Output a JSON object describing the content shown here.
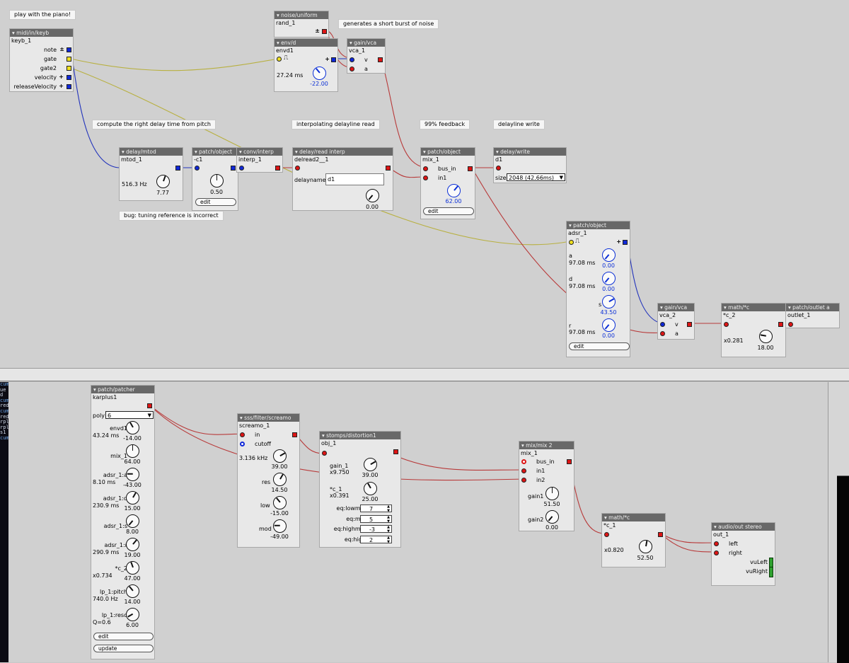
{
  "top": {
    "comments": {
      "play": "play with the piano!",
      "noise": "generates a short burst of noise",
      "delay_time": "compute the right delay time from pitch",
      "interp": "interpolating delayline read",
      "feedback": "99% feedback",
      "write": "delayline write",
      "bug": "bug: tuning reference is incorrect"
    },
    "keyb": {
      "type": "midi/in/keyb",
      "name": "keyb_1",
      "outputs": [
        "note",
        "gate",
        "gate2",
        "velocity",
        "releaseVelocity"
      ],
      "pm": "±",
      "plus": "+"
    },
    "rand": {
      "type": "noise/uniform",
      "name": "rand_1",
      "pm": "±"
    },
    "envd": {
      "type": "env/d",
      "name": "envd1",
      "value": "27.24 ms",
      "knob": "-22.00",
      "plus": "+"
    },
    "vca1": {
      "type": "gain/vca",
      "name": "vca_1",
      "in_v": "v",
      "in_a": "a"
    },
    "mtod": {
      "type": "delay/mtod",
      "name": "mtod_1",
      "value": "516.3 Hz",
      "knob": "7.77"
    },
    "c1": {
      "type": "patch/object",
      "name": "-c1",
      "knob": "0.50",
      "edit": "edit"
    },
    "interp": {
      "type": "conv/interp",
      "name": "interp_1"
    },
    "delread": {
      "type": "delay/read interp",
      "name": "delread2__1",
      "label": "delayname",
      "delayname": "d1",
      "knob": "0.00"
    },
    "mix1": {
      "type": "patch/object",
      "name": "mix_1",
      "in1": "bus_in",
      "in2": "in1",
      "knob": "62.00",
      "edit": "edit"
    },
    "dwrite": {
      "type": "delay/write",
      "name": "d1",
      "label": "size",
      "size": "2048 (42.66ms)"
    },
    "adsr": {
      "type": "patch/object",
      "name": "adsr_1",
      "plus": "+",
      "params": [
        {
          "label": "a",
          "value": "97.08 ms",
          "knob": "0.00"
        },
        {
          "label": "d",
          "value": "97.08 ms",
          "knob": "0.00"
        },
        {
          "label": "s",
          "value": "",
          "knob": "43.50"
        },
        {
          "label": "r",
          "value": "97.08 ms",
          "knob": "0.00"
        }
      ],
      "edit": "edit"
    },
    "vca2": {
      "type": "gain/vca",
      "name": "vca_2",
      "in_v": "v",
      "in_a": "a"
    },
    "c2": {
      "type": "math/*c",
      "name": "*c_2",
      "value": "x0.281",
      "knob": "18.00"
    },
    "outlet": {
      "type": "patch/outlet a",
      "name": "outlet_1"
    }
  },
  "bottom": {
    "patcher": {
      "type": "patch/patcher",
      "name": "karplus1",
      "poly_label": "poly",
      "poly": "6",
      "params": [
        {
          "label": "envd1",
          "value": "43.24 ms",
          "knob": "-14.00"
        },
        {
          "label": "mix_1",
          "value": "",
          "knob": "64.00"
        },
        {
          "label": "adsr_1:a",
          "value": "8.10 ms",
          "knob": "-43.00"
        },
        {
          "label": "adsr_1:d",
          "value": "230.9 ms",
          "knob": "15.00"
        },
        {
          "label": "adsr_1:s",
          "value": "",
          "knob": "8.00"
        },
        {
          "label": "adsr_1:r",
          "value": "290.9 ms",
          "knob": "19.00"
        },
        {
          "label": "*c_2",
          "value": "x0.734",
          "knob": "47.00"
        },
        {
          "label": "lp_1:pitch",
          "value": "740.0 Hz",
          "knob": "14.00"
        },
        {
          "label": "lp_1:reso",
          "value": "Q=0.6",
          "knob": "6.00"
        }
      ],
      "edit": "edit",
      "update": "update"
    },
    "screamo": {
      "type": "sss/filter/screamo",
      "name": "screamo_1",
      "in": "in",
      "cutoff": "cutoff",
      "value": "3.136 kHz",
      "knob_cutoff": "39.00",
      "knobs": [
        {
          "label": "res",
          "knob": "14.50"
        },
        {
          "label": "low",
          "knob": "-15.00"
        },
        {
          "label": "mod",
          "knob": "-49.00"
        }
      ]
    },
    "dist": {
      "type": "stomps/distortion1",
      "name": "obj_1",
      "gain_label": "gain_1",
      "gain_value": "x9.750",
      "gain_knob": "39.00",
      "c_label": "*c_1",
      "c_value": "x0.391",
      "c_knob": "25.00",
      "eq": [
        {
          "label": "eq:lowmid",
          "value": "7"
        },
        {
          "label": "eq:mid",
          "value": "5"
        },
        {
          "label": "eq:highmid",
          "value": "-3"
        },
        {
          "label": "eq:high",
          "value": "2"
        }
      ]
    },
    "mix2": {
      "type": "mix/mix 2",
      "name": "mix_1",
      "inputs": [
        "bus_in",
        "in1",
        "in2"
      ],
      "gain1": "gain1",
      "gain1_knob": "51.50",
      "gain2": "gain2",
      "gain2_knob": "0.00"
    },
    "c1": {
      "type": "math/*c",
      "name": "*c_1",
      "value": "x0.820",
      "knob": "52.50"
    },
    "out": {
      "type": "audio/out stereo",
      "name": "out_1",
      "left": "left",
      "right": "right",
      "vuLeft": "vuLeft",
      "vuRight": "vuRight"
    }
  },
  "side_text": [
    "cum",
    "ue",
    "",
    "d",
    "cum",
    "red",
    "cum",
    "red",
    "rpl",
    "rpl",
    "s1",
    "cum"
  ],
  "colors": {
    "wire_audio": "#b83a3a",
    "wire_frac": "#2233bb",
    "wire_bool": "#b8b040",
    "knob_modulated": "#0b2fd6"
  }
}
